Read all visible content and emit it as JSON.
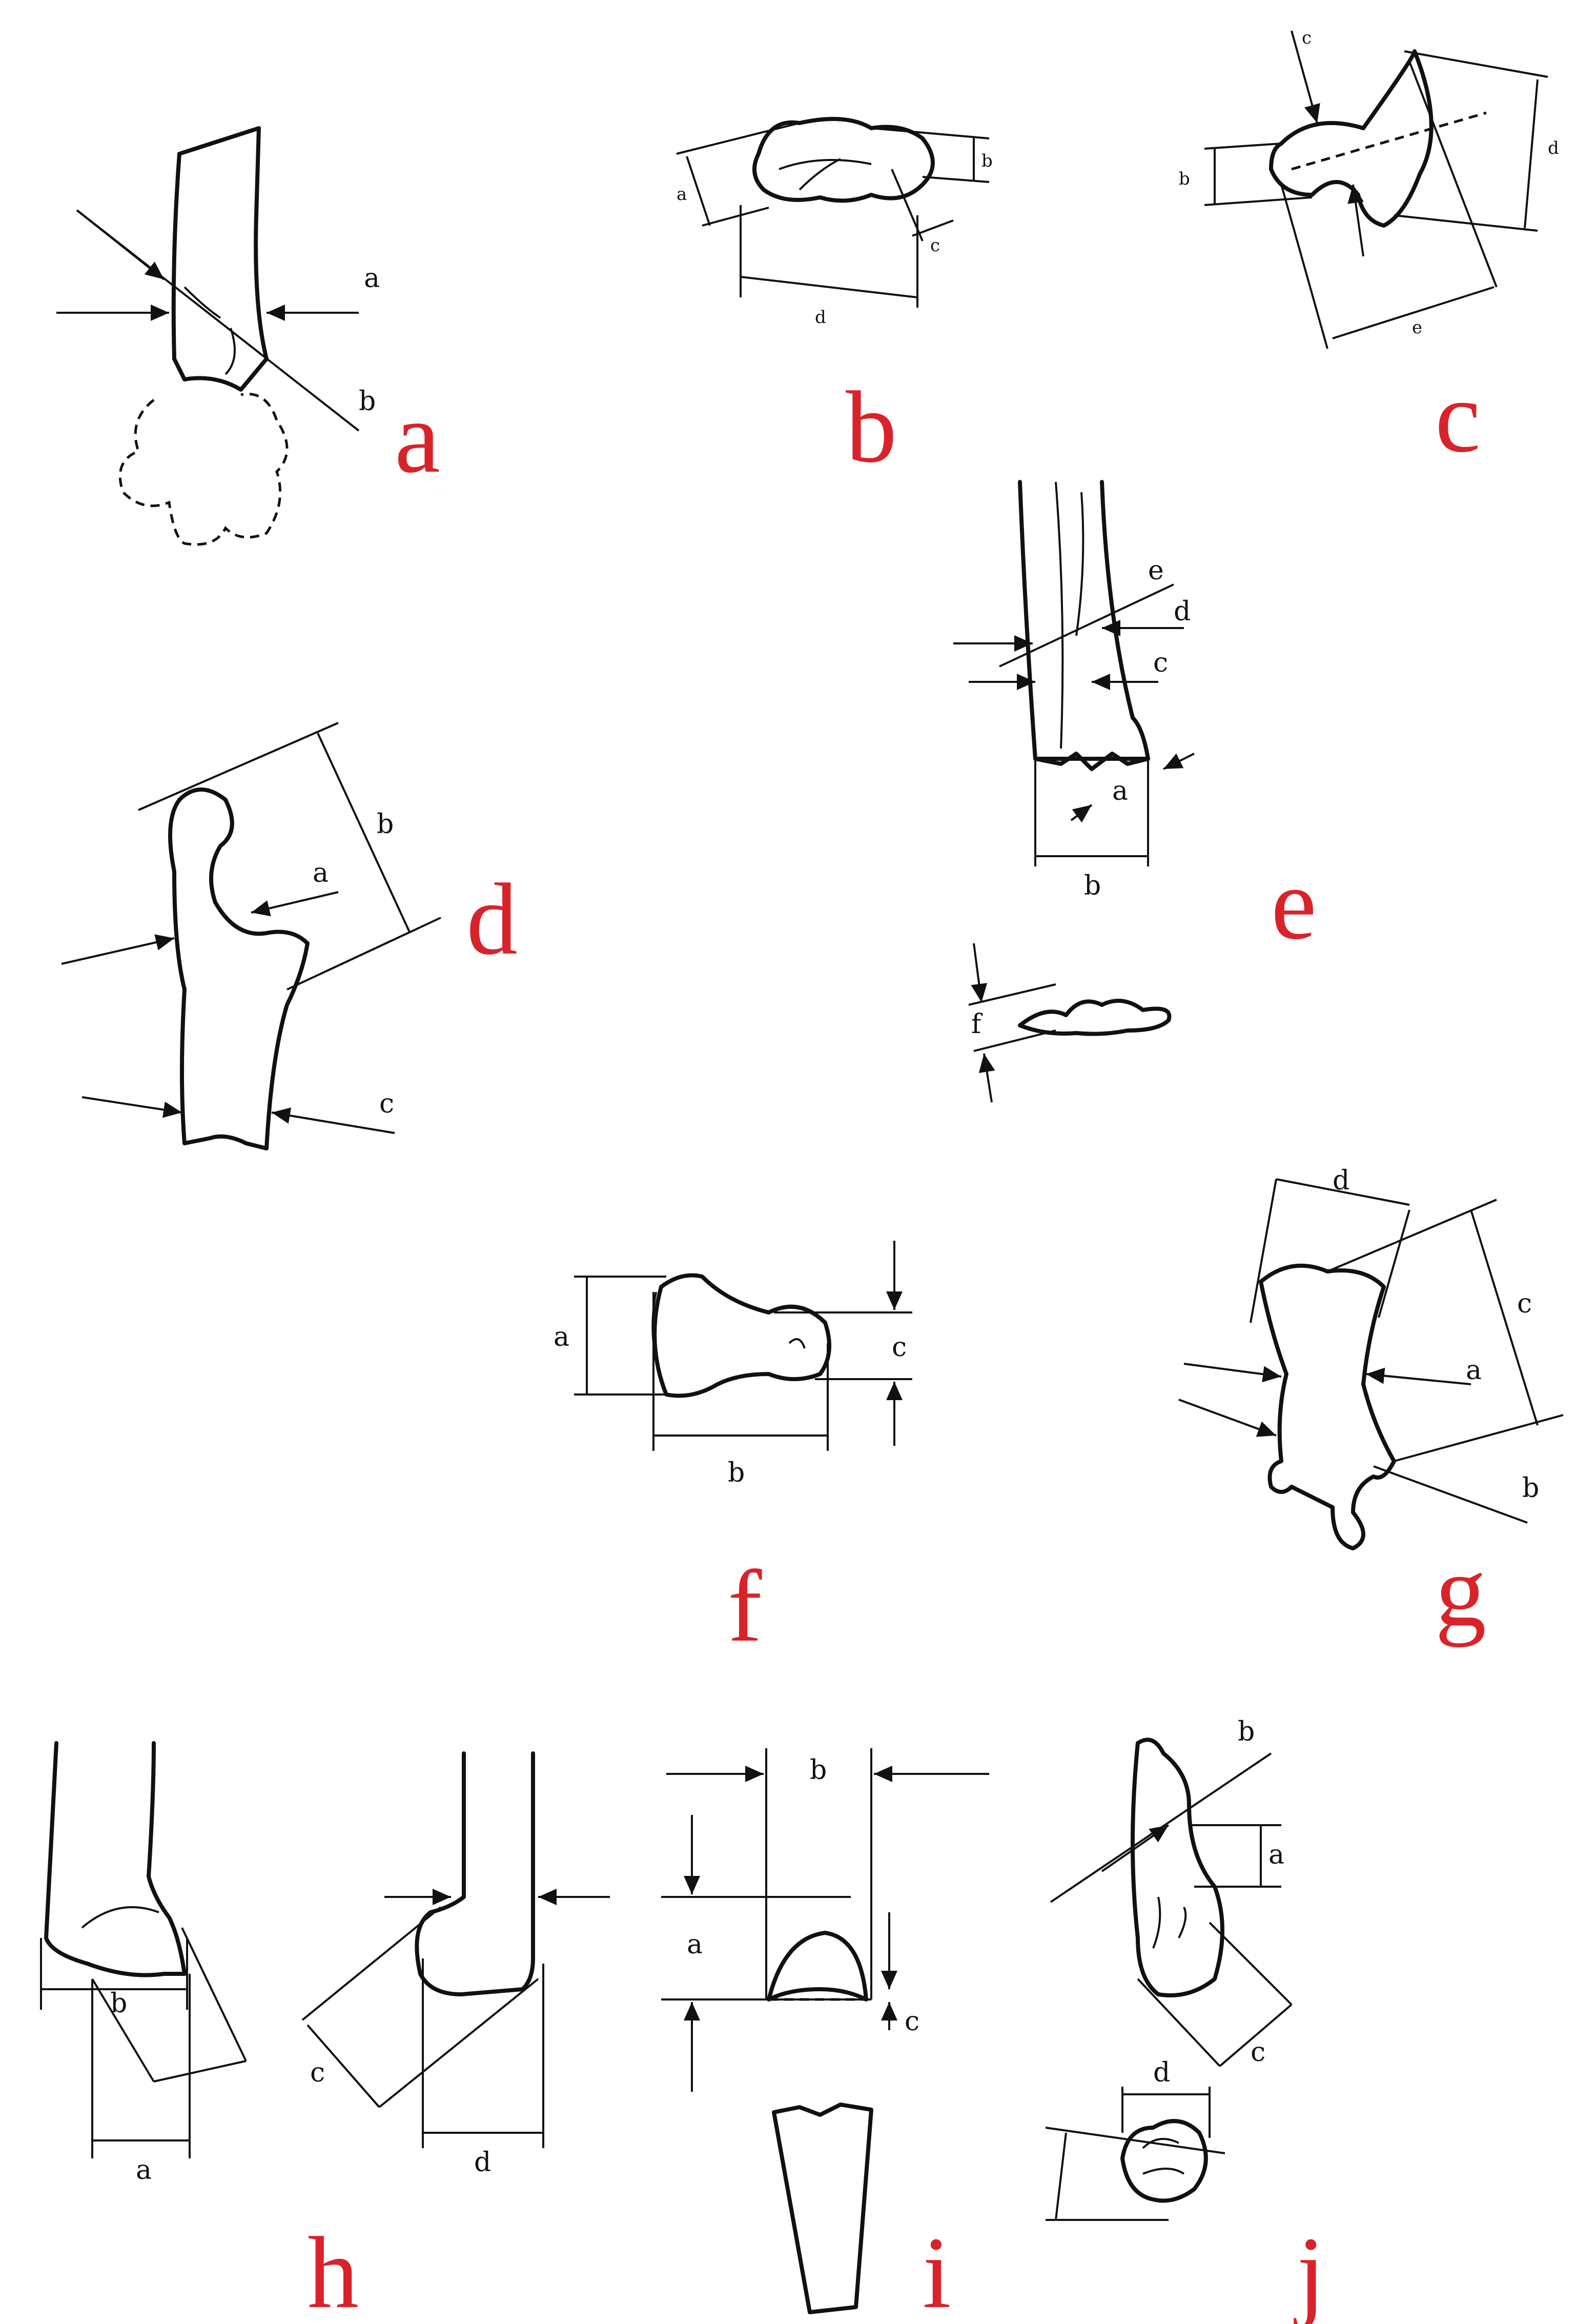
{
  "panel_colors": {
    "label": "#d8232a",
    "ink": "#111111"
  },
  "panels": {
    "a": {
      "label": "a",
      "measures": [
        "a",
        "b"
      ]
    },
    "b": {
      "label": "b",
      "measures": [
        "a",
        "b",
        "c",
        "d"
      ]
    },
    "c": {
      "label": "c",
      "measures": [
        "c",
        "b",
        "d",
        "e"
      ]
    },
    "d": {
      "label": "d",
      "measures": [
        "b",
        "a",
        "c"
      ]
    },
    "e": {
      "label": "e",
      "measures": [
        "e",
        "d",
        "c",
        "a",
        "b",
        "f"
      ]
    },
    "f": {
      "label": "f",
      "measures": [
        "a",
        "c",
        "b"
      ]
    },
    "g": {
      "label": "g",
      "measures": [
        "d",
        "c",
        "a",
        "b"
      ]
    },
    "h": {
      "label": "h",
      "measures": [
        "b",
        "a",
        "c",
        "d"
      ]
    },
    "i": {
      "label": "i",
      "measures": [
        "b",
        "a",
        "c"
      ]
    },
    "j": {
      "label": "j",
      "measures": [
        "b",
        "a",
        "c",
        "d"
      ]
    }
  }
}
